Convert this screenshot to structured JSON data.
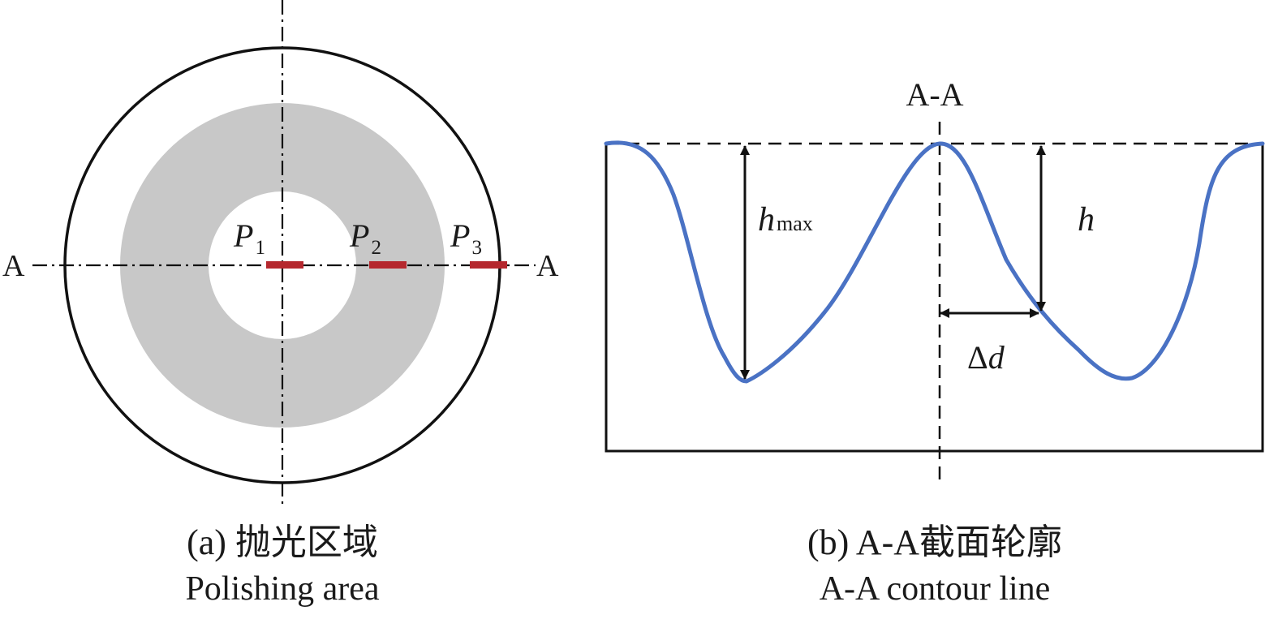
{
  "panel_a": {
    "section_marker": "A",
    "points": [
      {
        "letter": "P",
        "sub": "1"
      },
      {
        "letter": "P",
        "sub": "2"
      },
      {
        "letter": "P",
        "sub": "3"
      }
    ],
    "caption_cn": "(a) 抛光区域",
    "caption_en": "Polishing area",
    "colors": {
      "ring_fill": "#c8c8c8",
      "marker": "#b5282e",
      "outline": "#111111"
    }
  },
  "panel_b": {
    "title": "A-A",
    "hmax": {
      "letter": "h",
      "sub": "max"
    },
    "h_label": "h",
    "delta_d": {
      "symbol": "Δ",
      "letter": "d"
    },
    "caption_cn": "(b) A-A截面轮廓",
    "caption_en": "A-A contour line",
    "colors": {
      "curve": "#4a72c4",
      "outline": "#111111"
    }
  }
}
